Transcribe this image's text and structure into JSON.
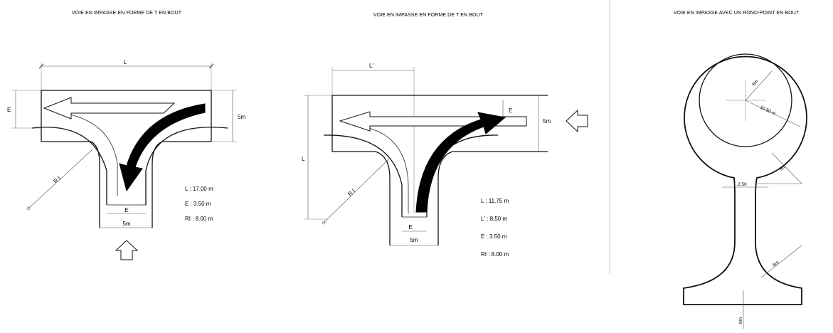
{
  "panels": [
    {
      "title": "VOIE EN IMPASSE EN FORME DE  T  EN BOUT",
      "dims": {
        "L": "L",
        "E_left": "E",
        "height": "5m",
        "E_bottom": "E",
        "width_bottom": "5m",
        "radius": "R I"
      },
      "specs": [
        "L :   17.00 m",
        "E :   3.50 m",
        "RI :   8.00 m"
      ]
    },
    {
      "title": "VOIE EN IMPASSE EN FORME DE  T  EN BOUT",
      "dims": {
        "Lp": "L'",
        "L": "L",
        "E_right": "E",
        "height": "5m",
        "E_bottom": "E",
        "width_bottom": "5m",
        "radius": "R I"
      },
      "specs": [
        "L :   11.75 m",
        "L' :   8,50 m",
        "E :   3.50 m",
        "RI :   8.00 m"
      ]
    },
    {
      "title": "VOIE  EN  IMPASSE  AVEC  UN ROND-POINT  EN  BOUT",
      "dims": {
        "r_inner": "8m",
        "r_outer": "10.50 m",
        "neck": "2.50",
        "fillet_top": "8m",
        "fillet_bottom": "6m",
        "stem": "8m"
      }
    }
  ]
}
